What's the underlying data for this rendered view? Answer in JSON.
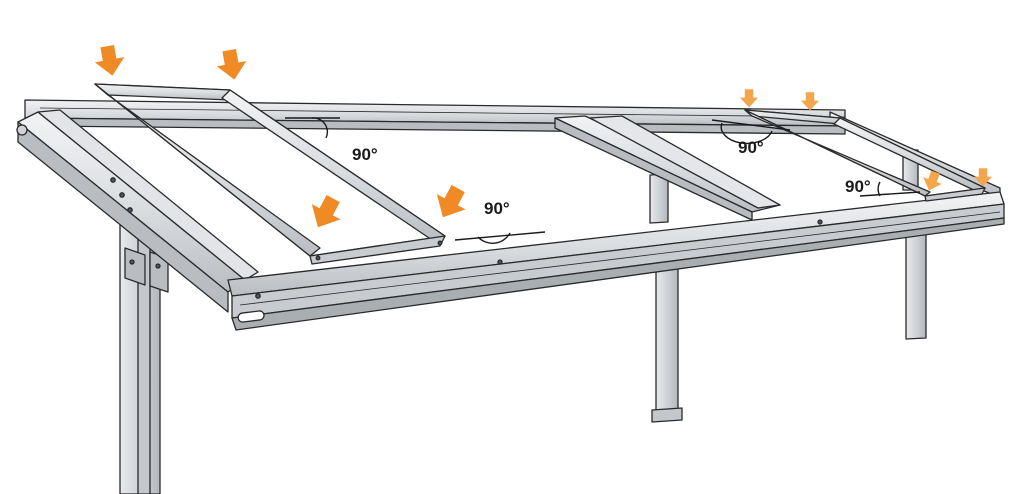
{
  "diagram": {
    "angle_labels": [
      "90°",
      "90°",
      "90°",
      "90°"
    ]
  },
  "colors": {
    "arrow": "#ef8a24",
    "arrow_light": "#f4a64d",
    "metal_light": "#eceef0",
    "metal_mid": "#d3d6da",
    "metal_dark": "#aeb3b8",
    "outline": "#2a2a2a"
  },
  "icons": {
    "arrow": "down-arrow-icon"
  }
}
